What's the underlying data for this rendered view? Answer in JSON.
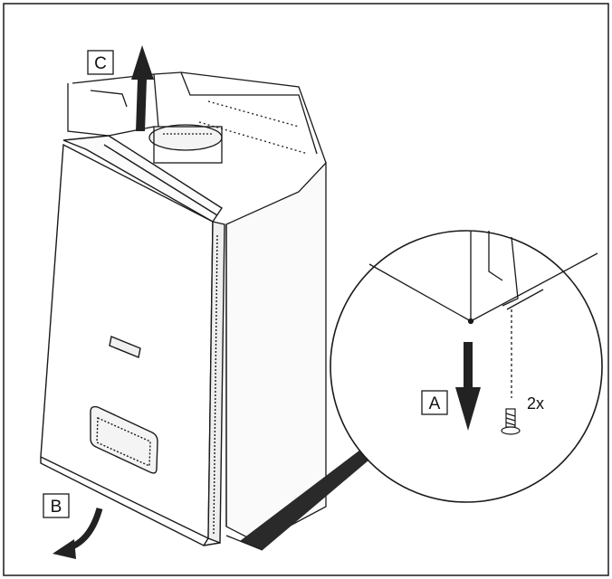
{
  "labels": {
    "step_a": "A",
    "step_b": "B",
    "step_c": "C"
  },
  "quantity": "2x",
  "colors": {
    "line": "#1a1a1a",
    "arrow": "#222222",
    "box_fill": "#ffffff",
    "panel_shade": "#f2f2f2"
  }
}
